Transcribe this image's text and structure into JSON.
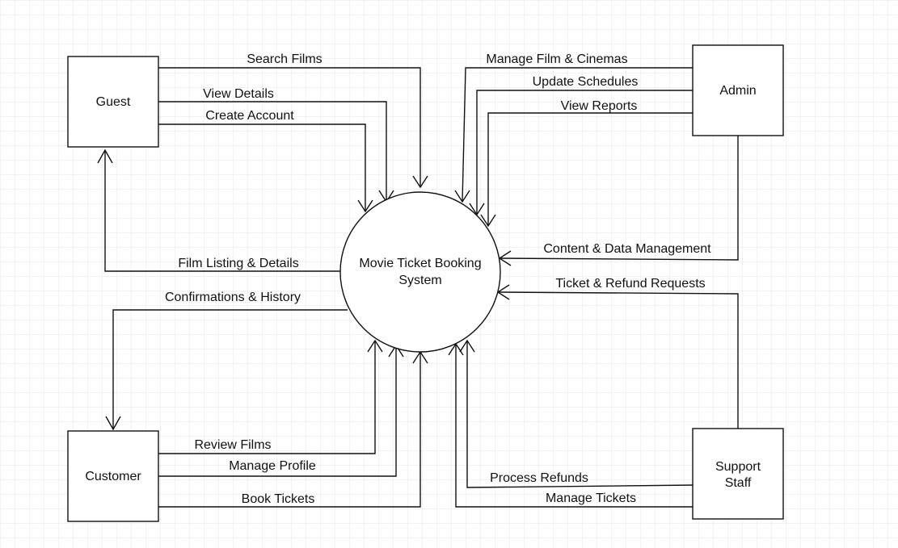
{
  "process": {
    "line1": "Movie Ticket Booking",
    "line2": "System"
  },
  "entities": {
    "guest": "Guest",
    "admin": "Admin",
    "customer": "Customer",
    "support_line1": "Support",
    "support_line2": "Staff"
  },
  "flows": {
    "search_films": "Search Films",
    "view_details": "View Details",
    "create_account": "Create Account",
    "film_listing": "Film Listing & Details",
    "manage_film": "Manage Film & Cinemas",
    "update_schedules": "Update Schedules",
    "view_reports": "View Reports",
    "content_mgmt": "Content & Data Management",
    "ticket_refund": "Ticket & Refund Requests",
    "confirmations": "Confirmations & History",
    "review_films": "Review Films",
    "manage_profile": "Manage Profile",
    "book_tickets": "Book Tickets",
    "process_refunds": "Process Refunds",
    "manage_tickets": "Manage Tickets"
  },
  "colors": {
    "grid": "#e6e6e6",
    "stroke": "#111111",
    "background": "#ffffff"
  }
}
